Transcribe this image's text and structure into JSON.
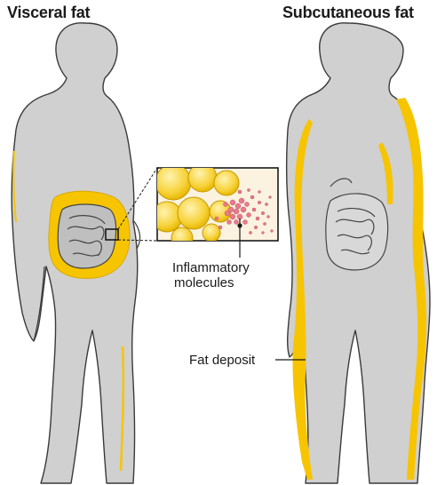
{
  "titles": {
    "left": "Visceral fat",
    "right": "Subcutaneous fat"
  },
  "labels": {
    "inflammatory_line1": "Inflammatory",
    "inflammatory_line2": "molecules",
    "fat_deposit": "Fat deposit"
  },
  "colors": {
    "body": "#d0d0d0",
    "outline": "#3a3a3a",
    "fat": "#f7c400",
    "fat_light": "#fde68a",
    "inflammation": "#e97a8c",
    "intestine": "#bfbfbf"
  }
}
